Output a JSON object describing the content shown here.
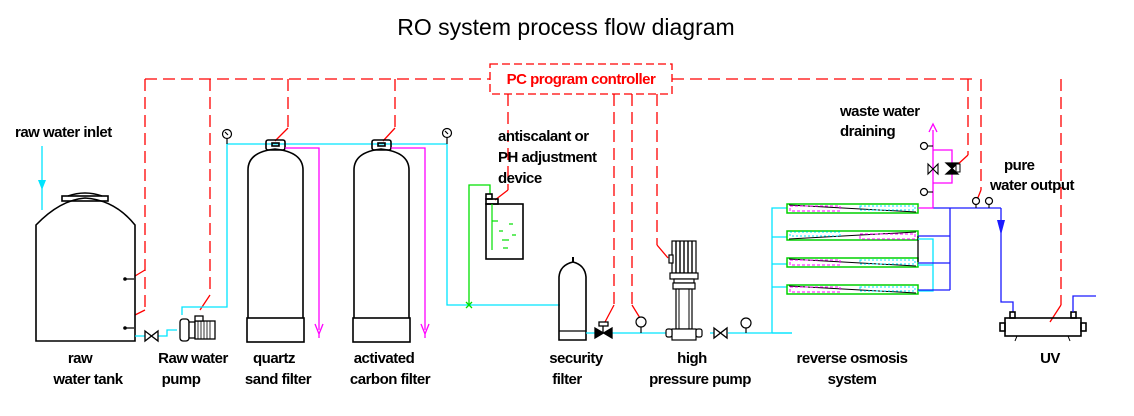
{
  "title": "RO system process flow diagram",
  "controller": {
    "label": "PC program controller"
  },
  "colors": {
    "control_signal": "#ff0000",
    "raw_water_pipe": "#00e5ff",
    "drain_pipe": "#ff00ff",
    "dosing_pipe": "#00e000",
    "pure_water_pipe": "#1a1aff",
    "equipment": "#000000"
  },
  "labels": {
    "raw_water_inlet": "raw water inlet",
    "antiscalant_line1": "antiscalant or",
    "antiscalant_line2": "PH adjustment",
    "antiscalant_line3": "device",
    "waste_line1": "waste water",
    "waste_line2": "draining",
    "pure_line1": "pure",
    "pure_line2": "water output"
  },
  "equipment": [
    {
      "id": "raw-water-tank",
      "line1": "raw",
      "line2": "water tank"
    },
    {
      "id": "raw-water-pump",
      "line1": "Raw water",
      "line2": "pump"
    },
    {
      "id": "quartz-sand-filter",
      "line1": "quartz",
      "line2": "sand filter"
    },
    {
      "id": "activated-carbon-filter",
      "line1": "activated",
      "line2": "carbon filter"
    },
    {
      "id": "security-filter",
      "line1": "security",
      "line2": "filter"
    },
    {
      "id": "high-pressure-pump",
      "line1": "high",
      "line2": "pressure pump"
    },
    {
      "id": "reverse-osmosis-system",
      "line1": "reverse osmosis",
      "line2": "system"
    },
    {
      "id": "uv-sterilizer",
      "line1": "UV",
      "line2": ""
    }
  ]
}
